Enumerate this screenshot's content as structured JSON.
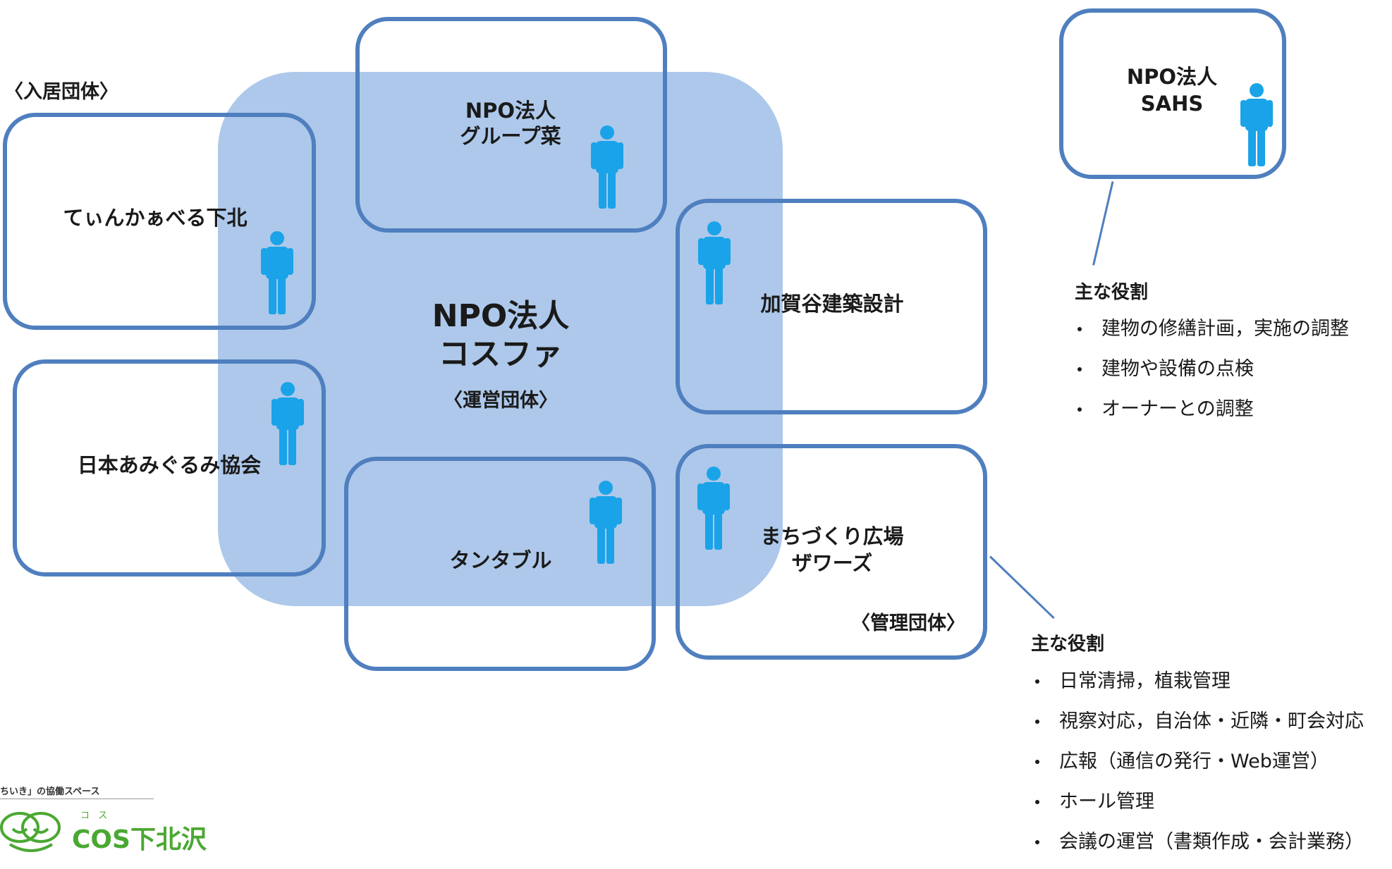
{
  "tenant_header": "〈入居団体〉",
  "center": {
    "line1": "NPO法人",
    "line2": "コスファ",
    "sub": "〈運営団体〉"
  },
  "groups": {
    "group_na": {
      "line1": "NPO法人",
      "line2": "グループ菜"
    },
    "tiinkaaberu": "てぃんかぁべる下北",
    "nihon_amiguru": "日本あみぐるみ協会",
    "tantaburu": "タンタブル",
    "kagaya": "加賀谷建築設計",
    "machidukuri": {
      "line1": "まちづくり広場",
      "line2": "ザワーズ",
      "sub": "〈管理団体〉"
    },
    "sahs": {
      "line1": "NPO法人",
      "line2": "SAHS"
    }
  },
  "sahs_roles": {
    "title": "主な役割",
    "items": [
      "建物の修繕計画，実施の調整",
      "建物や設備の点検",
      "オーナーとの調整"
    ]
  },
  "zawazu_roles": {
    "title": "主な役割",
    "items": [
      "日常清掃，植栽管理",
      "視察対応，自治体・近隣・町会対応",
      "広報（通信の発行・Web運営）",
      "ホール管理",
      "会議の運営（書類作成・会計業務）"
    ]
  },
  "logo": {
    "tagline": "ちいき」の協働スペース",
    "ruby": "コ ス",
    "name": "COS下北沢"
  },
  "colors": {
    "accent": "#4f7fbf",
    "center_fill": "#adc8ea",
    "person": "#1aa3e8",
    "logo_green": "#4aa832"
  },
  "icons": {
    "person": "person-icon"
  }
}
